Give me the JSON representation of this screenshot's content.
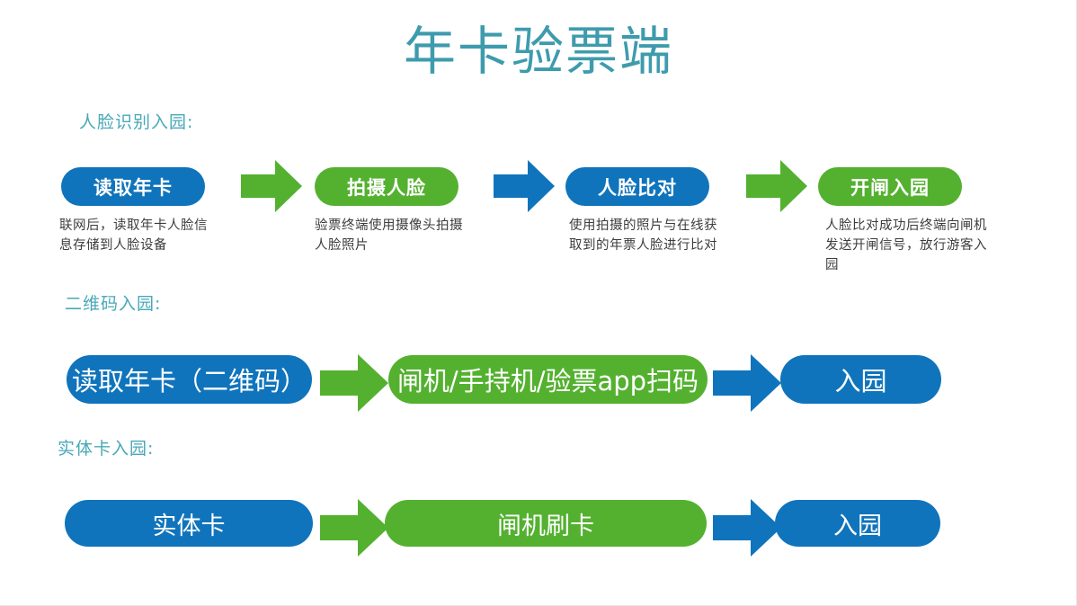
{
  "slide": {
    "title": "年卡验票端",
    "title_color": "#3e9bad",
    "background": "#ffffff"
  },
  "colors": {
    "blue": "#1074bc",
    "green": "#54b130",
    "teal": "#49a8b8",
    "body_text": "#3c3c3c"
  },
  "sections": {
    "face": {
      "caption": "人脸识别入园:",
      "steps": [
        {
          "label": "读取年卡",
          "color": "blue",
          "desc": "联网后，读取年卡人脸信息存储到人脸设备"
        },
        {
          "label": "拍摄人脸",
          "color": "green",
          "desc": "验票终端使用摄像头拍摄人脸照片"
        },
        {
          "label": "人脸比对",
          "color": "blue",
          "desc": "使用拍摄的照片与在线获取到的年票人脸进行比对"
        },
        {
          "label": "开闸入园",
          "color": "green",
          "desc": "人脸比对成功后终端向闸机发送开闸信号，放行游客入园"
        }
      ],
      "arrows": [
        "green",
        "blue",
        "green"
      ]
    },
    "qr": {
      "caption": "二维码入园:",
      "steps": [
        {
          "label": "读取年卡（二维码）",
          "color": "blue"
        },
        {
          "label": "闸机/手持机/验票app扫码",
          "color": "green"
        },
        {
          "label": "入园",
          "color": "blue"
        }
      ],
      "arrows": [
        "green",
        "blue"
      ]
    },
    "card": {
      "caption": "实体卡入园:",
      "steps": [
        {
          "label": "实体卡",
          "color": "blue"
        },
        {
          "label": "闸机刷卡",
          "color": "green"
        },
        {
          "label": "入园",
          "color": "blue"
        }
      ],
      "arrows": [
        "green",
        "blue"
      ]
    }
  }
}
